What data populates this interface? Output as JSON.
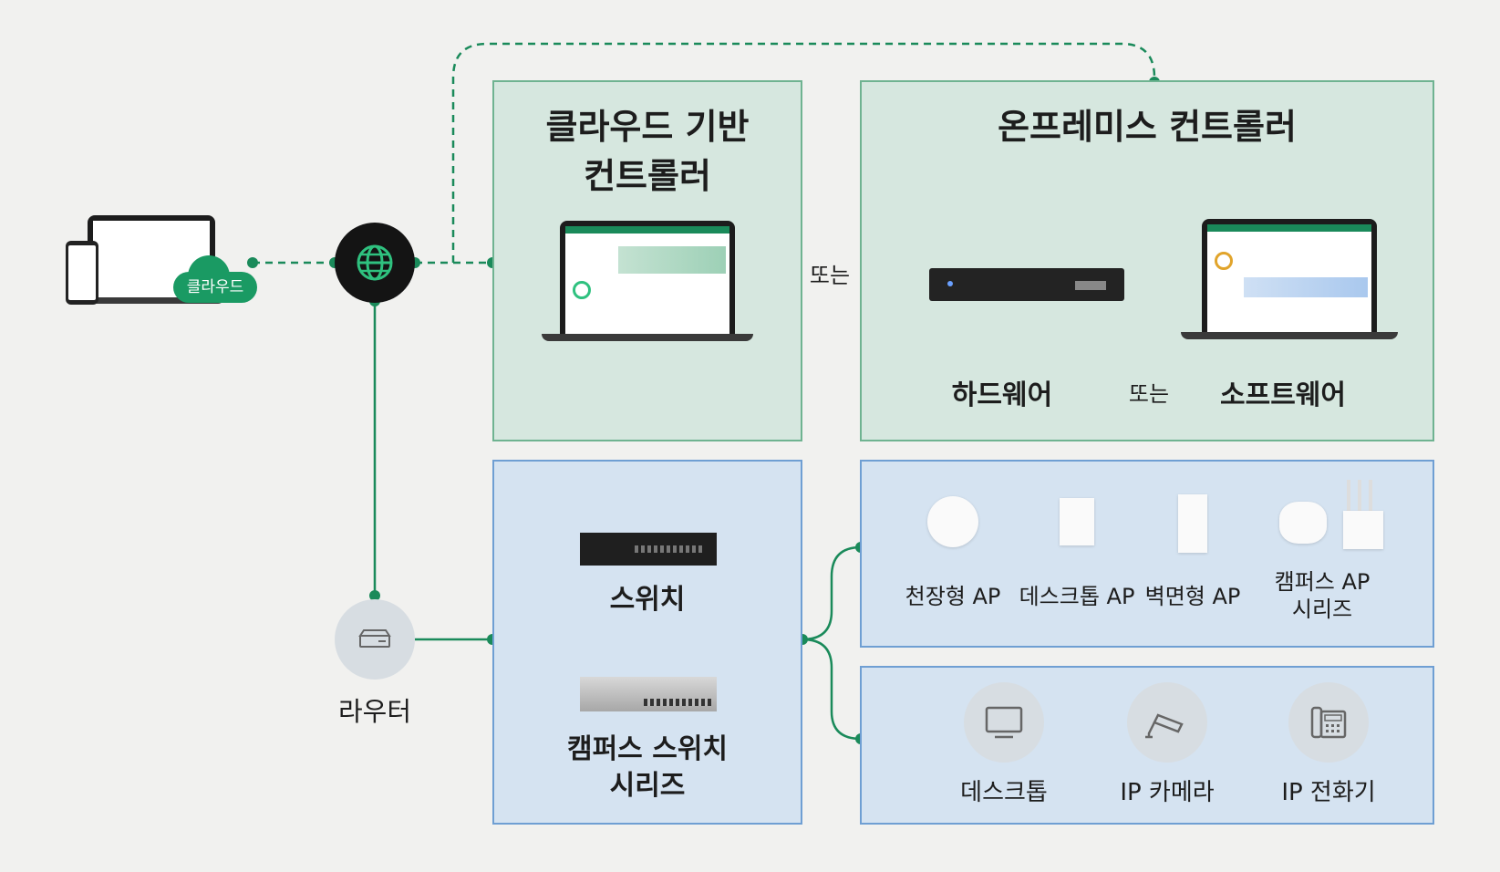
{
  "cloud_badge": "클라우드",
  "router_label": "라우터",
  "cloud_controller": {
    "title_line1": "클라우드 기반",
    "title_line2": "컨트롤러"
  },
  "or_main": "또는",
  "onprem": {
    "title": "온프레미스 컨트롤러",
    "hardware": "하드웨어",
    "or": "또는",
    "software": "소프트웨어"
  },
  "switches": {
    "switch": "스위치",
    "campus_line1": "캠퍼스 스위치",
    "campus_line2": "시리즈"
  },
  "aps": {
    "ceiling": "천장형 AP",
    "desktop": "데스크톱 AP",
    "wall": "벽면형 AP",
    "campus_line1": "캠퍼스 AP",
    "campus_line2": "시리즈"
  },
  "endpoints": {
    "desktop": "데스크톱",
    "camera": "IP 카메라",
    "phone": "IP 전화기"
  },
  "colors": {
    "green_accent": "#1a8a5a",
    "green_box": "#d6e7df",
    "blue_box": "#d5e3f1"
  },
  "icons": [
    "globe-icon",
    "router-icon",
    "monitor-icon",
    "camera-icon",
    "phone-icon"
  ]
}
